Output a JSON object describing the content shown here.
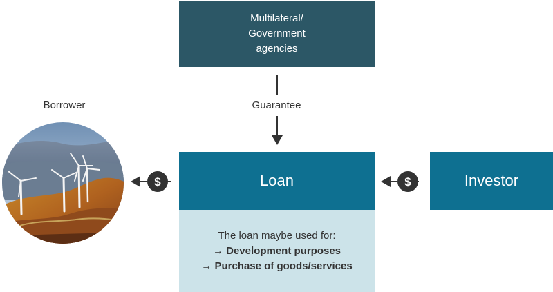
{
  "agency": {
    "lines": [
      "Multilateral/",
      "Government",
      "agencies"
    ]
  },
  "guarantee_label": "Guarantee",
  "borrower_label": "Borrower",
  "loan_label": "Loan",
  "investor_label": "Investor",
  "uses": {
    "intro": "The loan maybe used for:",
    "items": [
      "→ Development purposes",
      "→ Purchase of goods/services"
    ]
  },
  "dollar_symbol": "$",
  "icons": {
    "coin": "dollar-coin-icon",
    "photo": "wind-turbines-photo"
  },
  "colors": {
    "agency": "#2c5766",
    "loan": "#0e7091",
    "uses": "#cce3e9",
    "coin": "#333333"
  }
}
